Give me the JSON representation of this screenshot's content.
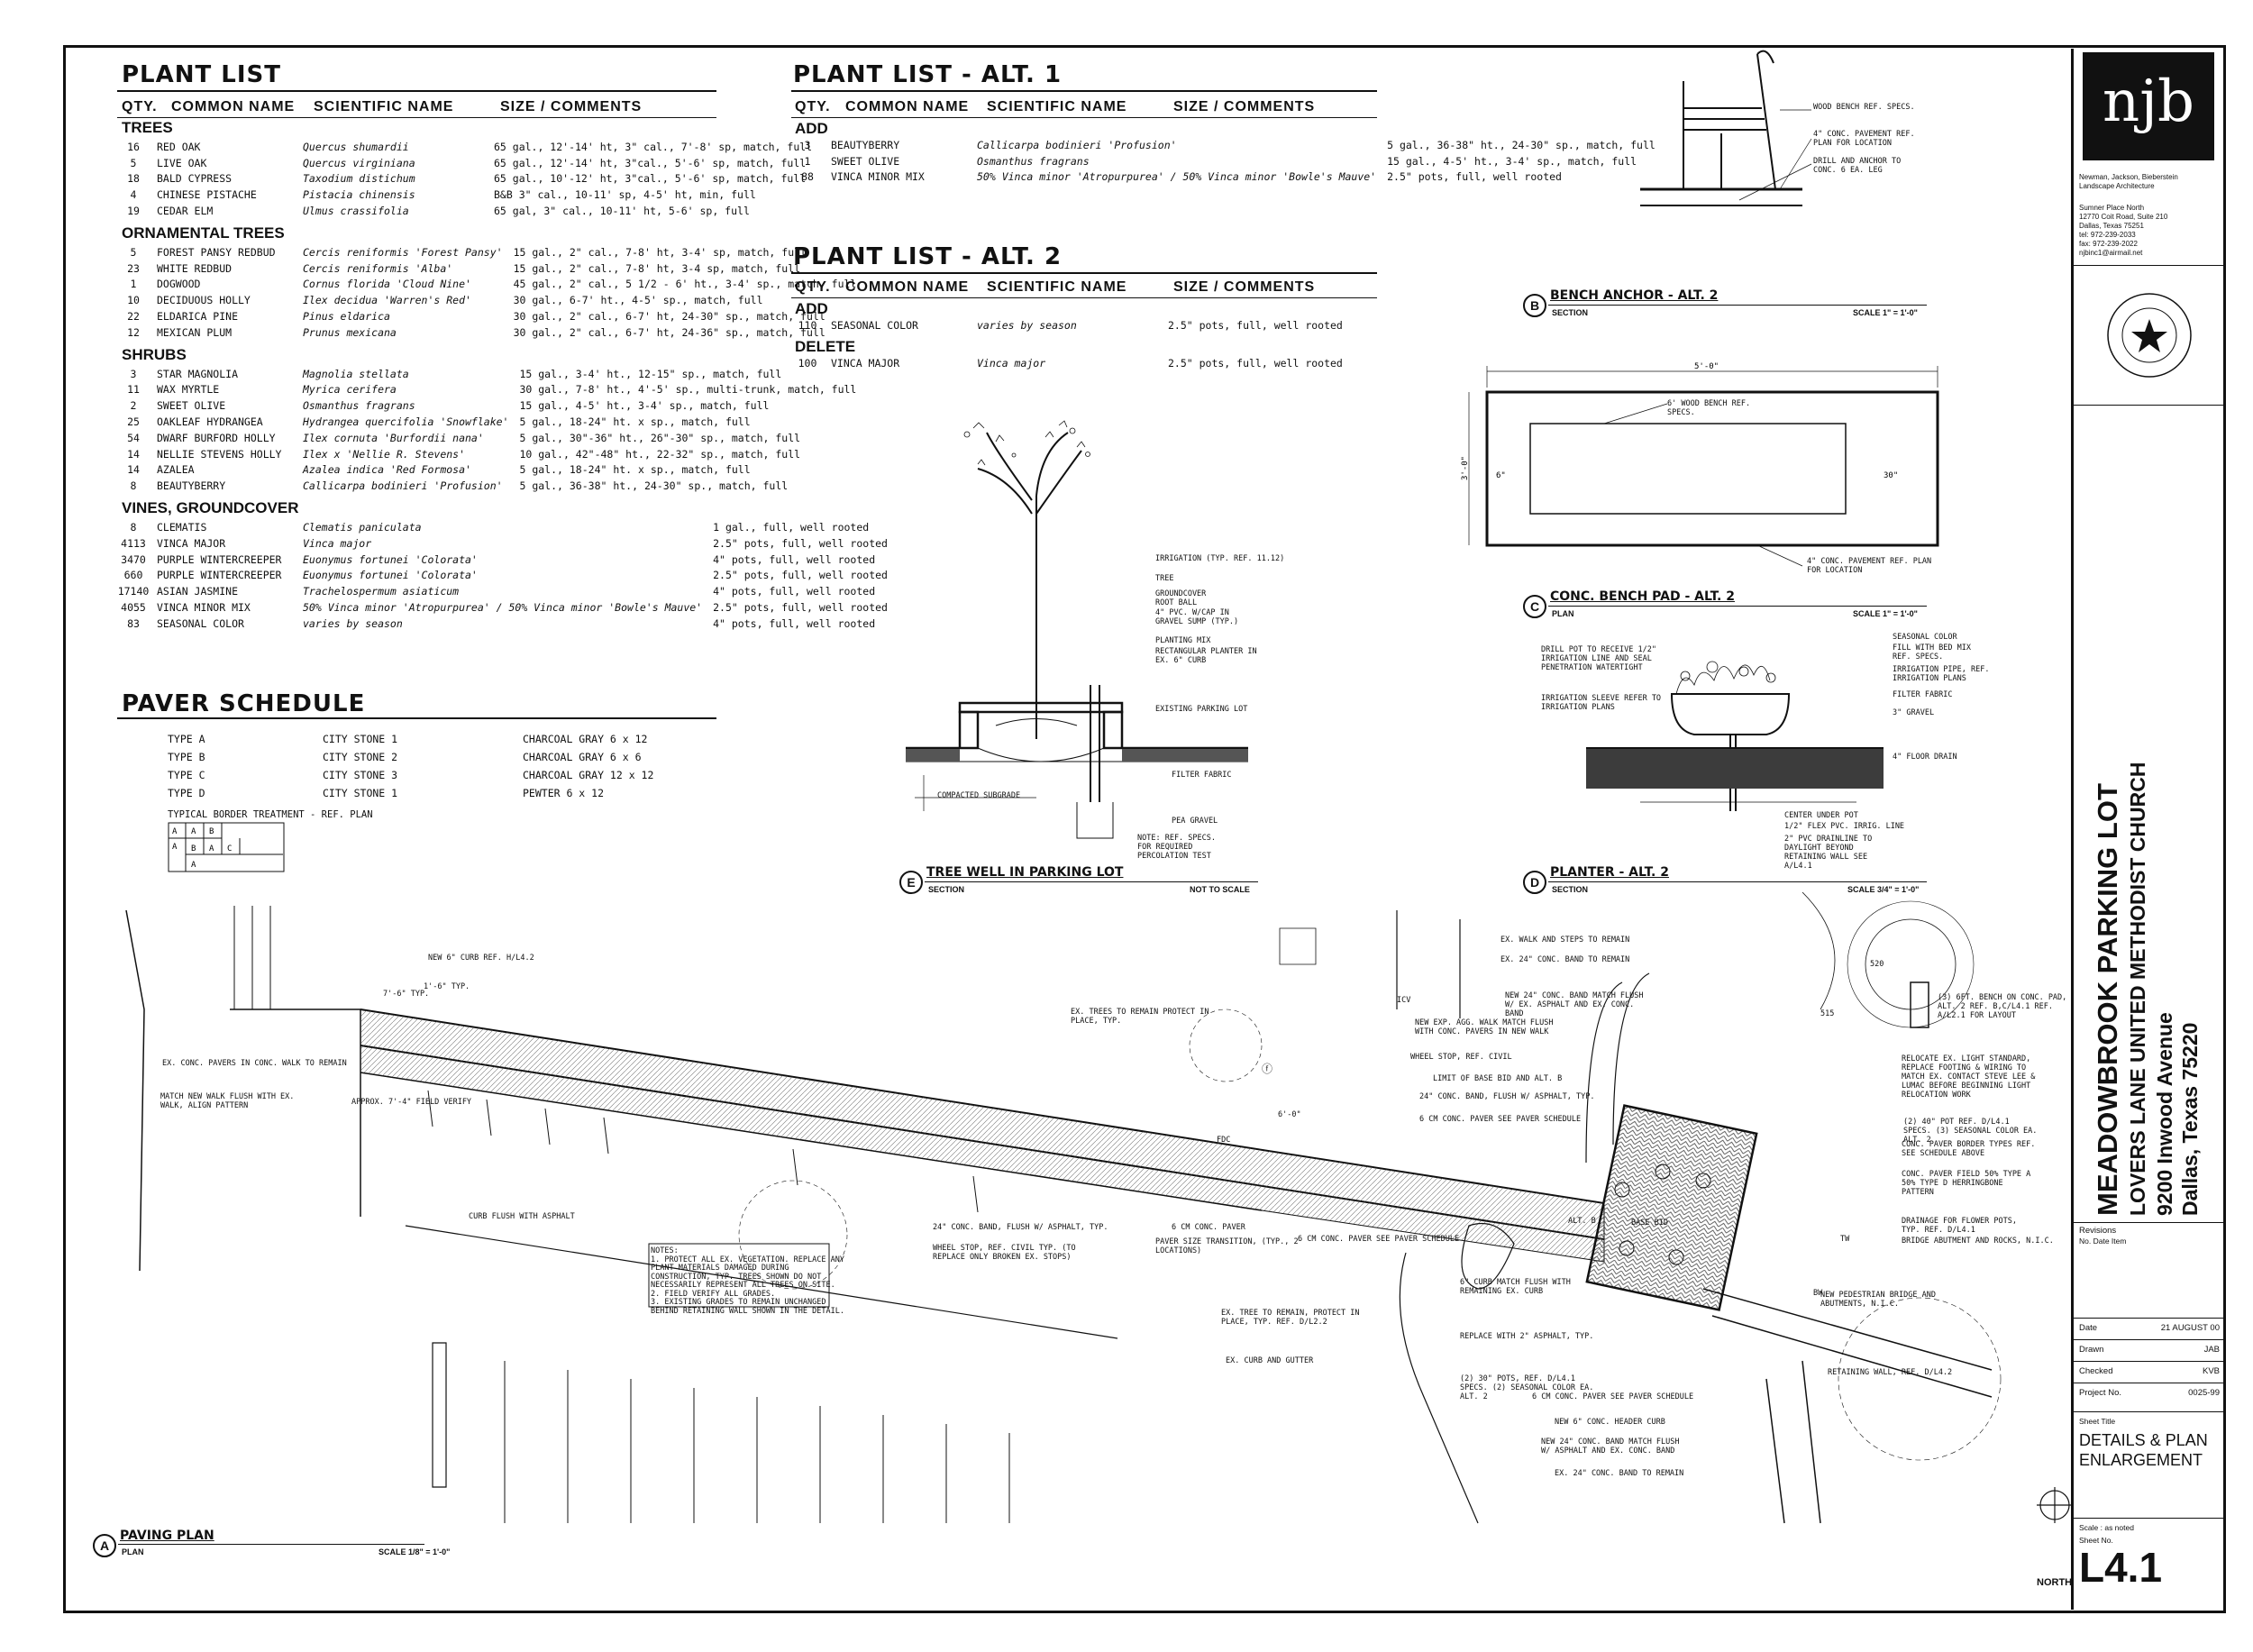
{
  "plant_list": {
    "title": "PLANT LIST",
    "headers": {
      "qty": "QTY.",
      "common": "COMMON NAME",
      "scientific": "SCIENTIFIC NAME",
      "size": "SIZE / COMMENTS"
    },
    "categories": [
      {
        "name": "TREES",
        "rows": [
          [
            "16",
            "RED OAK",
            "Quercus shumardii",
            "65 gal., 12'-14' ht, 3\" cal., 7'-8' sp, match, full"
          ],
          [
            "5",
            "LIVE OAK",
            "Quercus virginiana",
            "65 gal., 12'-14' ht, 3\"cal., 5'-6' sp, match, full"
          ],
          [
            "18",
            "BALD CYPRESS",
            "Taxodium distichum",
            "65 gal., 10'-12' ht, 3\"cal., 5'-6' sp, match, full"
          ],
          [
            "4",
            "CHINESE PISTACHE",
            "Pistacia chinensis",
            "B&B 3\" cal., 10-11' sp, 4-5' ht, min, full"
          ],
          [
            "19",
            "CEDAR ELM",
            "Ulmus crassifolia",
            "65 gal, 3\" cal., 10-11' ht, 5-6' sp, full"
          ]
        ]
      },
      {
        "name": "ORNAMENTAL TREES",
        "rows": [
          [
            "5",
            "FOREST PANSY REDBUD",
            "Cercis reniformis 'Forest Pansy'",
            "15 gal., 2\" cal., 7-8' ht, 3-4' sp, match, full"
          ],
          [
            "23",
            "WHITE REDBUD",
            "Cercis reniformis 'Alba'",
            "15 gal., 2\" cal., 7-8' ht, 3-4 sp, match, full"
          ],
          [
            "1",
            "DOGWOOD",
            "Cornus florida 'Cloud Nine'",
            "45 gal., 2\" cal., 5 1/2 - 6' ht., 3-4' sp., match, full"
          ],
          [
            "10",
            "DECIDUOUS HOLLY",
            "Ilex decidua 'Warren's Red'",
            "30 gal., 6-7' ht., 4-5' sp., match, full"
          ],
          [
            "22",
            "ELDARICA PINE",
            "Pinus eldarica",
            "30 gal., 2\" cal., 6-7' ht, 24-30\" sp., match, full"
          ],
          [
            "12",
            "MEXICAN PLUM",
            "Prunus mexicana",
            "30 gal., 2\" cal., 6-7' ht, 24-36\" sp., match, full"
          ]
        ]
      },
      {
        "name": "SHRUBS",
        "rows": [
          [
            "3",
            "STAR MAGNOLIA",
            "Magnolia stellata",
            "15 gal., 3-4' ht., 12-15\" sp., match, full"
          ],
          [
            "11",
            "WAX MYRTLE",
            "Myrica cerifera",
            "30 gal., 7-8' ht., 4'-5' sp., multi-trunk, match, full"
          ],
          [
            "2",
            "SWEET OLIVE",
            "Osmanthus fragrans",
            "15 gal., 4-5' ht., 3-4' sp., match, full"
          ],
          [
            "25",
            "OAKLEAF HYDRANGEA",
            "Hydrangea quercifolia 'Snowflake'",
            "5 gal., 18-24\" ht. x sp., match, full"
          ],
          [
            "54",
            "DWARF BURFORD HOLLY",
            "Ilex cornuta 'Burfordii nana'",
            "5 gal., 30\"-36\" ht., 26\"-30\" sp., match, full"
          ],
          [
            "14",
            "NELLIE STEVENS HOLLY",
            "Ilex x 'Nellie R. Stevens'",
            "10 gal., 42\"-48\" ht., 22-32\" sp., match, full"
          ],
          [
            "14",
            "AZALEA",
            "Azalea indica 'Red Formosa'",
            "5 gal., 18-24\" ht. x sp., match, full"
          ],
          [
            "8",
            "BEAUTYBERRY",
            "Callicarpa bodinieri 'Profusion'",
            "5 gal., 36-38\" ht., 24-30\" sp., match, full"
          ]
        ]
      },
      {
        "name": "VINES, GROUNDCOVER",
        "rows": [
          [
            "8",
            "CLEMATIS",
            "Clematis paniculata",
            "1 gal., full, well rooted"
          ],
          [
            "4113",
            "VINCA MAJOR",
            "Vinca major",
            "2.5\" pots, full, well rooted"
          ],
          [
            "3470",
            "PURPLE WINTERCREEPER",
            "Euonymus fortunei 'Colorata'",
            "4\" pots, full, well rooted"
          ],
          [
            "660",
            "PURPLE WINTERCREEPER",
            "Euonymus fortunei 'Colorata'",
            "2.5\" pots, full, well rooted"
          ],
          [
            "17140",
            "ASIAN JASMINE",
            "Trachelospermum asiaticum",
            "4\" pots, full, well rooted"
          ],
          [
            "4055",
            "VINCA MINOR MIX",
            "50% Vinca minor 'Atropurpurea' / 50% Vinca minor 'Bowle's Mauve'",
            "2.5\" pots, full, well rooted"
          ],
          [
            "83",
            "SEASONAL COLOR",
            "varies by season",
            "4\" pots, full, well rooted"
          ]
        ]
      }
    ]
  },
  "plant_list_alt1": {
    "title": "PLANT LIST - ALT. 1",
    "add_label": "ADD",
    "rows": [
      [
        "3",
        "BEAUTYBERRY",
        "Callicarpa bodinieri 'Profusion'",
        "5 gal., 36-38\" ht., 24-30\" sp., match, full"
      ],
      [
        "1",
        "SWEET OLIVE",
        "Osmanthus fragrans",
        "15 gal., 4-5' ht., 3-4' sp., match, full"
      ],
      [
        "88",
        "VINCA MINOR MIX",
        "50% Vinca minor 'Atropurpurea' / 50% Vinca minor 'Bowle's Mauve'",
        "2.5\" pots, full, well rooted"
      ]
    ]
  },
  "plant_list_alt2": {
    "title": "PLANT LIST - ALT. 2",
    "add_label": "ADD",
    "delete_label": "DELETE",
    "add_rows": [
      [
        "110",
        "SEASONAL COLOR",
        "varies by season",
        "2.5\" pots, full, well rooted"
      ]
    ],
    "delete_rows": [
      [
        "100",
        "VINCA MAJOR",
        "Vinca major",
        "2.5\" pots, full, well rooted"
      ]
    ]
  },
  "paver_schedule": {
    "title": "PAVER SCHEDULE",
    "rows": [
      [
        "TYPE A",
        "CITY STONE 1",
        "CHARCOAL GRAY 6 x 12"
      ],
      [
        "TYPE B",
        "CITY STONE 2",
        "CHARCOAL GRAY 6 x 6"
      ],
      [
        "TYPE C",
        "CITY STONE 3",
        "CHARCOAL GRAY 12 x 12"
      ],
      [
        "TYPE D",
        "CITY STONE 1",
        "PEWTER 6 x 12"
      ]
    ],
    "border_note": "TYPICAL BORDER TREATMENT - REF. PLAN",
    "border_cells": [
      "A",
      "A",
      "B",
      "A",
      "B",
      "A",
      "C",
      "A"
    ]
  },
  "details": {
    "bench_anchor": {
      "letter": "B",
      "title": "BENCH ANCHOR - ALT. 2",
      "sub": "SECTION",
      "scale": "SCALE 1\" = 1'-0\"",
      "notes": [
        "WOOD BENCH REF. SPECS.",
        "4\" CONC. PAVEMENT REF. PLAN FOR LOCATION",
        "DRILL AND ANCHOR TO CONC. 6 EA. LEG"
      ]
    },
    "bench_pad": {
      "letter": "C",
      "title": "CONC. BENCH PAD - ALT. 2",
      "sub": "PLAN",
      "scale": "SCALE 1\" = 1'-0\"",
      "dims": [
        "5'-0\"",
        "6\"",
        "30\"",
        "3'-0\""
      ],
      "notes": [
        "6' WOOD BENCH REF. SPECS.",
        "4\" CONC. PAVEMENT REF. PLAN FOR LOCATION"
      ]
    },
    "tree_well": {
      "letter": "E",
      "title": "TREE WELL IN PARKING LOT",
      "sub": "SECTION",
      "scale": "NOT TO SCALE",
      "notes": [
        "IRRIGATION (TYP. REF. 11.12)",
        "TREE",
        "GROUNDCOVER",
        "ROOT BALL",
        "4\" PVC. W/CAP IN GRAVEL SUMP (TYP.)",
        "PLANTING MIX",
        "RECTANGULAR PLANTER IN EX. 6\" CURB",
        "EXISTING PARKING LOT",
        "FILTER FABRIC",
        "COMPACTED SUBGRADE",
        "PEA GRAVEL",
        "NOTE: REF. SPECS. FOR REQUIRED PERCOLATION TEST"
      ]
    },
    "planter": {
      "letter": "D",
      "title": "PLANTER - ALT. 2",
      "sub": "SECTION",
      "scale": "SCALE 3/4\" = 1'-0\"",
      "notes": [
        "SEASONAL COLOR",
        "FILL WITH BED MIX REF. SPECS.",
        "IRRIGATION PIPE, REF. IRRIGATION PLANS",
        "FILTER FABRIC",
        "3\" GRAVEL",
        "4\" FLOOR DRAIN",
        "DRILL POT TO RECEIVE 1/2\" IRRIGATION LINE AND SEAL PENETRATION WATERTIGHT",
        "IRRIGATION SLEEVE REFER TO IRRIGATION PLANS",
        "CENTER UNDER POT",
        "1/2\" FLEX PVC. IRRIG. LINE",
        "2\" PVC DRAINLINE TO DAYLIGHT BEYOND RETAINING WALL SEE A/L4.1"
      ]
    }
  },
  "paving_plan": {
    "letter": "A",
    "title": "PAVING PLAN",
    "sub": "PLAN",
    "scale": "SCALE 1/8\" = 1'-0\"",
    "north": "NORTH",
    "notes": [
      "NEW 6\" CURB REF. H/L4.2",
      "EX. CONC. PAVERS IN CONC. WALK TO REMAIN",
      "MATCH NEW WALK FLUSH WITH EX. WALK, ALIGN PATTERN",
      "APPROX. 7'-4\" FIELD VERIFY",
      "CURB FLUSH WITH ASPHALT",
      "EX. TREES TO REMAIN PROTECT IN PLACE, TYP.",
      "EX. WALK AND STEPS TO REMAIN",
      "EX. 24\" CONC. BAND TO REMAIN",
      "NEW 24\" CONC. BAND MATCH FLUSH W/ EX. ASPHALT AND EX. CONC. BAND",
      "NEW EXP. AGG. WALK MATCH FLUSH WITH CONC. PAVERS IN NEW WALK",
      "WHEEL STOP, REF. CIVIL",
      "LIMIT OF BASE BID AND ALT. B",
      "24\" CONC. BAND, FLUSH W/ ASPHALT, TYP.",
      "6 CM CONC. PAVER SEE PAVER SCHEDULE",
      "24\" CONC. BAND, FLUSH W/ ASPHALT, TYP.",
      "WHEEL STOP, REF. CIVIL TYP. (TO REPLACE ONLY BROKEN EX. STOPS)",
      "6 CM CONC. PAVER",
      "PAVER SIZE TRANSITION, (TYP., 2 LOCATIONS)",
      "6 CM CONC. PAVER SEE PAVER SCHEDULE",
      "6\" CURB MATCH FLUSH WITH REMAINING EX. CURB",
      "EX. TREE TO REMAIN, PROTECT IN PLACE, TYP. REF. D/L2.2",
      "REPLACE WITH 2\" ASPHALT, TYP.",
      "EX. CURB AND GUTTER",
      "(2) 30\" POTS, REF. D/L4.1 SPECS. (2) SEASONAL COLOR EA. ALT. 2",
      "6 CM CONC. PAVER SEE PAVER SCHEDULE",
      "NEW 6\" CONC. HEADER CURB",
      "NEW 24\" CONC. BAND MATCH FLUSH W/ ASPHALT AND EX. CONC. BAND",
      "EX. 24\" CONC. BAND TO REMAIN",
      "(3) 6FT. BENCH ON CONC. PAD, ALT. 2 REF. B,C/L4.1 REF. A/L2.1 FOR LAYOUT",
      "RELOCATE EX. LIGHT STANDARD, REPLACE FOOTING & WIRING TO MATCH EX. CONTACT STEVE LEE & LUMAC BEFORE BEGINNING LIGHT RELOCATION WORK",
      "(2) 40\" POT REF. D/L4.1 SPECS. (3) SEASONAL COLOR EA. ALT. 2",
      "CONC. PAVER BORDER TYPES REF. SEE SCHEDULE ABOVE",
      "CONC. PAVER FIELD 50% TYPE A 50% TYPE D HERRINGBONE PATTERN",
      "DRAINAGE FOR FLOWER POTS, TYP. REF. D/L4.1",
      "BRIDGE ABUTMENT AND ROCKS, N.I.C.",
      "NEW PEDESTRIAN BRIDGE AND ABUTMENTS, N.I.C.",
      "RETAINING WALL, REF. D/L4.2",
      "ALT. B",
      "BASE BID",
      "FDC",
      "ICV",
      "520",
      "515",
      "TW",
      "BW"
    ],
    "notes_box": [
      "NOTES:",
      "1. PROTECT ALL EX. VEGETATION. REPLACE ANY",
      "PLANT MATERIALS DAMAGED DURING",
      "CONSTRUCTION, TYP. TREES SHOWN DO NOT",
      "NECESSARILY REPRESENT ALL TREES ON SITE.",
      "2. FIELD VERIFY ALL GRADES.",
      "3. EXISTING GRADES TO REMAIN UNCHANGED",
      "BEHIND RETAINING WALL SHOWN IN THE DETAIL."
    ],
    "dim_a": "7'-6\" TYP.",
    "dim_b": "1'-6\" TYP.",
    "dim_c": "6'-0\""
  },
  "title_block": {
    "logo": "njb",
    "firm": [
      "Newman, Jackson, Bieberstein",
      "Landscape Architecture"
    ],
    "address": [
      "Sumner Place North",
      "12770 Coit Road, Suite 210",
      "Dallas, Texas 75251",
      "tel: 972-239-2033",
      "fax: 972-239-2022",
      "njbinc1@airmail.net"
    ],
    "project_title": "MEADOWBROOK PARKING LOT",
    "church": "LOVERS LANE UNITED METHODIST CHURCH",
    "street": "9200 Inwood Avenue",
    "city": "Dallas, Texas 75220",
    "revisions_label": "Revisions",
    "rev_cols": "No.  Date  Item",
    "date_label": "Date",
    "date": "21 AUGUST 00",
    "drawn_label": "Drawn",
    "drawn": "JAB",
    "checked_label": "Checked",
    "checked": "KVB",
    "project_no_label": "Project No.",
    "project_no": "0025-99",
    "sheet_title_label": "Sheet Title",
    "sheet_title_1": "DETAILS & PLAN",
    "sheet_title_2": "ENLARGEMENT",
    "scale_label": "Scale : as noted",
    "sheet_no_label": "Sheet No.",
    "sheet_no": "L4.1"
  }
}
